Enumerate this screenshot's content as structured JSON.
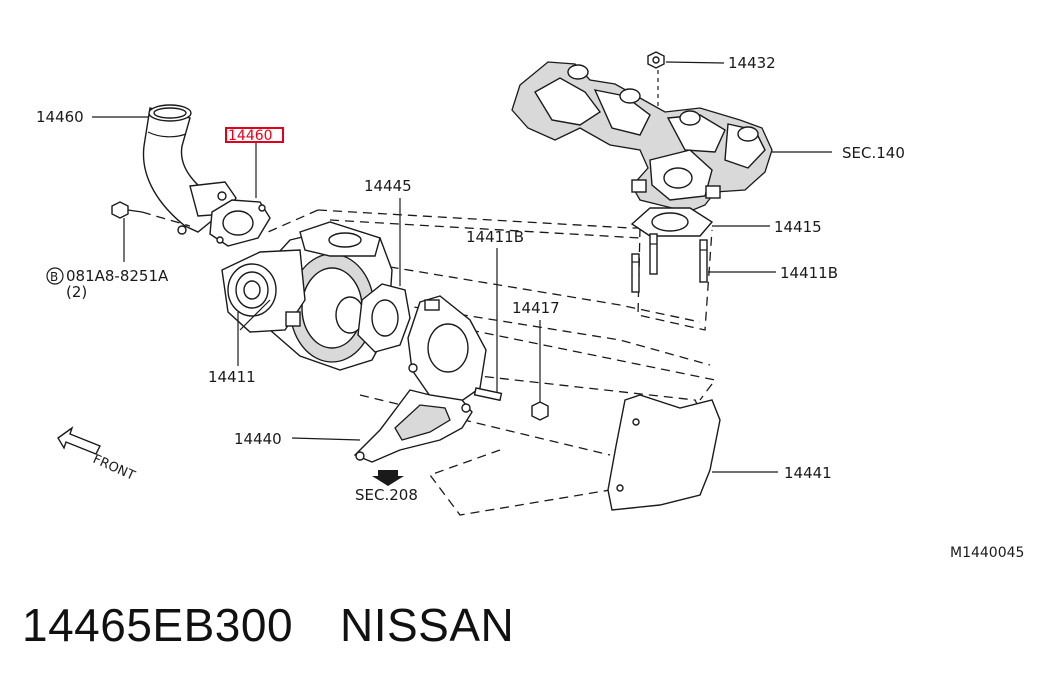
{
  "callouts": {
    "p14460": "14460",
    "p14460_hl": "14460",
    "p14445": "14445",
    "p14411b_a": "14411B",
    "p14411b_b": "14411B",
    "p14417": "14417",
    "p14411": "14411",
    "p14440": "14440",
    "p14432": "14432",
    "p14415": "14415",
    "p14441": "14441",
    "sec140": "SEC.140",
    "sec208": "SEC.208",
    "bolt_code": "081A8-8251A",
    "bolt_qty": "(2)",
    "bolt_circle": "B",
    "front": "FRONT",
    "figure_id": "M1440045"
  },
  "highlight_color": "#e0001b",
  "part_number": "14465EB300",
  "brand": "NISSAN"
}
